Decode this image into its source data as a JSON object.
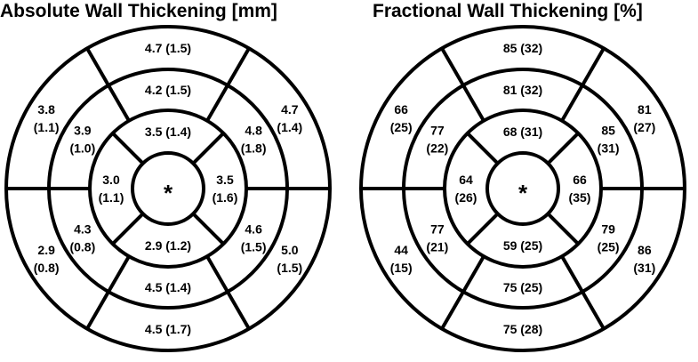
{
  "panels": [
    {
      "title": "Absolute Wall Thickening [mm]",
      "center_label": "*",
      "segments": {
        "basal": [
          {
            "position": "anterior",
            "value": "4.7",
            "sd": "(1.5)"
          },
          {
            "position": "anterolateral",
            "value": "4.7",
            "sd": "(1.4)"
          },
          {
            "position": "inferolateral",
            "value": "5.0",
            "sd": "(1.5)"
          },
          {
            "position": "inferior",
            "value": "4.5",
            "sd": "(1.7)"
          },
          {
            "position": "inferoseptal",
            "value": "2.9",
            "sd": "(0.8)"
          },
          {
            "position": "anteroseptal",
            "value": "3.8",
            "sd": "(1.1)"
          }
        ],
        "mid": [
          {
            "position": "anterior",
            "value": "4.2",
            "sd": "(1.5)"
          },
          {
            "position": "anterolateral",
            "value": "4.8",
            "sd": "(1.8)"
          },
          {
            "position": "inferolateral",
            "value": "4.6",
            "sd": "(1.5)"
          },
          {
            "position": "inferior",
            "value": "4.5",
            "sd": "(1.4)"
          },
          {
            "position": "inferoseptal",
            "value": "4.3",
            "sd": "(0.8)"
          },
          {
            "position": "anteroseptal",
            "value": "3.9",
            "sd": "(1.0)"
          }
        ],
        "apical": [
          {
            "position": "anterior",
            "value": "3.5",
            "sd": "(1.4)"
          },
          {
            "position": "lateral",
            "value": "3.5",
            "sd": "(1.6)"
          },
          {
            "position": "inferior",
            "value": "2.9",
            "sd": "(1.2)"
          },
          {
            "position": "septal",
            "value": "3.0",
            "sd": "(1.1)"
          }
        ]
      }
    },
    {
      "title": "Fractional Wall Thickening [%]",
      "center_label": "*",
      "segments": {
        "basal": [
          {
            "position": "anterior",
            "value": "85",
            "sd": "(32)"
          },
          {
            "position": "anterolateral",
            "value": "81",
            "sd": "(27)"
          },
          {
            "position": "inferolateral",
            "value": "86",
            "sd": "(31)"
          },
          {
            "position": "inferior",
            "value": "75",
            "sd": "(28)"
          },
          {
            "position": "inferoseptal",
            "value": "44",
            "sd": "(15)"
          },
          {
            "position": "anteroseptal",
            "value": "66",
            "sd": "(25)"
          }
        ],
        "mid": [
          {
            "position": "anterior",
            "value": "81",
            "sd": "(32)"
          },
          {
            "position": "anterolateral",
            "value": "85",
            "sd": "(31)"
          },
          {
            "position": "inferolateral",
            "value": "79",
            "sd": "(25)"
          },
          {
            "position": "inferior",
            "value": "75",
            "sd": "(25)"
          },
          {
            "position": "inferoseptal",
            "value": "77",
            "sd": "(21)"
          },
          {
            "position": "anteroseptal",
            "value": "77",
            "sd": "(22)"
          }
        ],
        "apical": [
          {
            "position": "anterior",
            "value": "68",
            "sd": "(31)"
          },
          {
            "position": "lateral",
            "value": "66",
            "sd": "(35)"
          },
          {
            "position": "inferior",
            "value": "59",
            "sd": "(25)"
          },
          {
            "position": "septal",
            "value": "64",
            "sd": "(26)"
          }
        ]
      }
    }
  ]
}
